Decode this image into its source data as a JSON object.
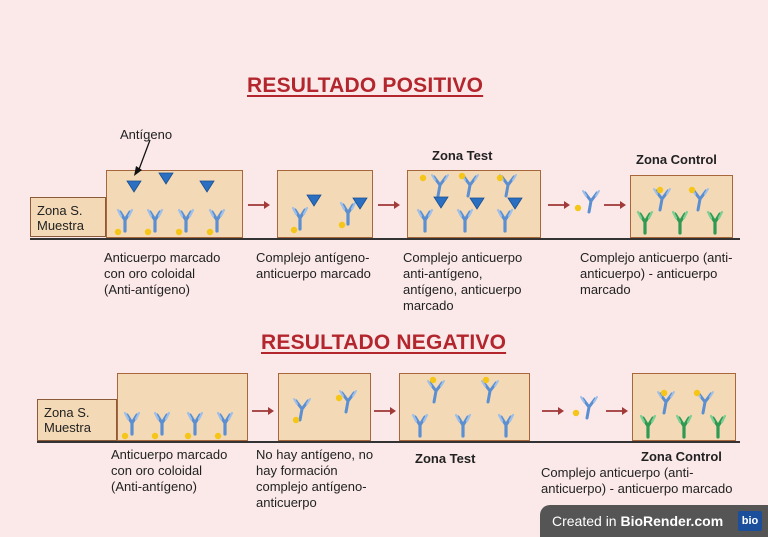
{
  "positive": {
    "title": "RESULTADO POSITIVO",
    "antigen_label": "Antígeno",
    "zone_sample": "Zona S.\nMuestra",
    "zone_test": "Zona Test",
    "zone_control": "Zona Control",
    "captions": [
      "Anticuerpo marcado\ncon oro coloidal\n(Anti-antígeno)",
      "Complejo antígeno-\nanticuerpo marcado",
      "Complejo anticuerpo\nanti-antígeno,\nantígeno, anticuerpo\nmarcado",
      "Complejo anticuerpo (anti-\nanticuerpo) - anticuerpo\nmarcado"
    ]
  },
  "negative": {
    "title": "RESULTADO NEGATIVO",
    "zone_sample": "Zona S.\nMuestra",
    "zone_test": "Zona Test",
    "zone_control": "Zona Control",
    "captions": [
      "Anticuerpo marcado\ncon oro coloidal\n(Anti-antígeno)",
      "No hay antígeno, no\nhay formación\ncomplejo antígeno-\nanticuerpo",
      "Complejo anticuerpo (anti-\nanticuerpo) - anticuerpo marcado"
    ]
  },
  "watermark": {
    "prefix": "Created in ",
    "brand": "BioRender.com",
    "logo": "bio"
  },
  "colors": {
    "heading": "#b3262d",
    "box": "#f3d9b6",
    "antibody_blue": "#5b8fd1",
    "antibody_green": "#2f9a52",
    "antigen": "#2a6fc2",
    "gold": "#f5c518",
    "arrow": "#a23a3a"
  }
}
